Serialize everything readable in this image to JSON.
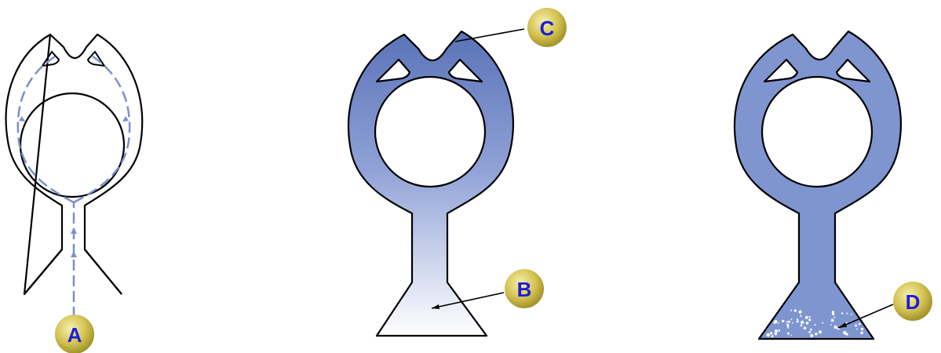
{
  "figure": {
    "panels": [
      {
        "id": "flow",
        "fill": "none",
        "stroke": "#000000",
        "flow_color": "#7b8fd0"
      },
      {
        "id": "gradient",
        "fill_top": "#5a73b8",
        "fill_bottom": "#ffffff",
        "stroke": "#000000"
      },
      {
        "id": "solid",
        "fill": "#7f95cf",
        "stroke": "#000000",
        "speckle_color": "#ffffff"
      }
    ],
    "callouts": [
      {
        "letter": "A",
        "bubble_color": "#c9b84a"
      },
      {
        "letter": "B",
        "bubble_color": "#c9b84a"
      },
      {
        "letter": "C",
        "bubble_color": "#c9b84a"
      },
      {
        "letter": "D",
        "bubble_color": "#c9b84a"
      }
    ]
  }
}
